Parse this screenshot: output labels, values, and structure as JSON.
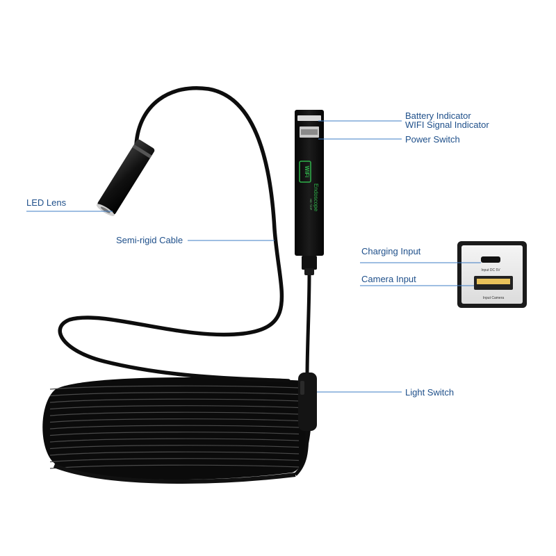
{
  "device": {
    "wifi_badge": "WiFi",
    "brand_text": "Endoscope",
    "model_text": "HD 720P"
  },
  "port_panel": {
    "charging_port_text": "Input DC 5V",
    "usb_port_text": "Input Camera"
  },
  "labels": {
    "battery_indicator": "Battery Indicator",
    "wifi_signal_indicator": "WIFI Signal Indicator",
    "power_switch": "Power Switch",
    "led_lens": "LED Lens",
    "semi_rigid_cable": "Semi-rigid Cable",
    "charging_input": "Charging Input",
    "camera_input": "Camera Input",
    "light_switch": "Light Switch"
  },
  "colors": {
    "label_text": "#1e4f8a",
    "leader_line": "#3d7cc4",
    "cable": "#0d0d0d",
    "wifi_green": "#2fb34a"
  }
}
